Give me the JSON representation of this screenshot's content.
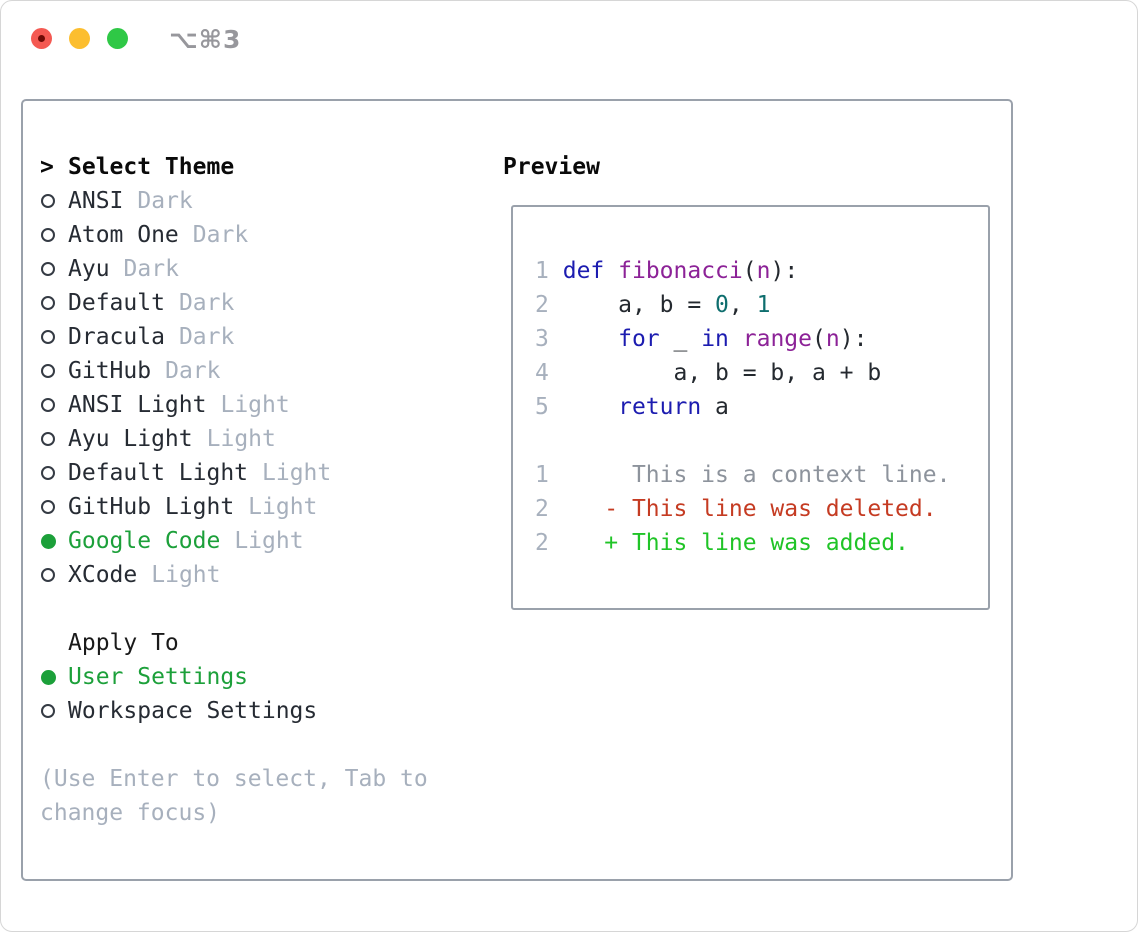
{
  "window": {
    "title": "⌥⌘3"
  },
  "theme_list": {
    "prompt": ">",
    "header": "Select Theme",
    "items": [
      {
        "name": "ANSI",
        "variant": "Dark",
        "selected": false
      },
      {
        "name": "Atom One",
        "variant": "Dark",
        "selected": false
      },
      {
        "name": "Ayu",
        "variant": "Dark",
        "selected": false
      },
      {
        "name": "Default",
        "variant": "Dark",
        "selected": false
      },
      {
        "name": "Dracula",
        "variant": "Dark",
        "selected": false
      },
      {
        "name": "GitHub",
        "variant": "Dark",
        "selected": false
      },
      {
        "name": "ANSI Light",
        "variant": "Light",
        "selected": false
      },
      {
        "name": "Ayu Light",
        "variant": "Light",
        "selected": false
      },
      {
        "name": "Default Light",
        "variant": "Light",
        "selected": false
      },
      {
        "name": "GitHub Light",
        "variant": "Light",
        "selected": false
      },
      {
        "name": "Google Code",
        "variant": "Light",
        "selected": true
      },
      {
        "name": "XCode",
        "variant": "Light",
        "selected": false
      }
    ]
  },
  "apply_to": {
    "header": "Apply To",
    "options": [
      {
        "label": "User Settings",
        "selected": true
      },
      {
        "label": "Workspace Settings",
        "selected": false
      }
    ]
  },
  "footer": {
    "line1": "(Use Enter to select, Tab to",
    "line2": "change focus)"
  },
  "preview": {
    "header": "Preview",
    "code_lines": [
      {
        "num": "1",
        "tokens": [
          {
            "t": " ",
            "c": "plain"
          },
          {
            "t": "def",
            "c": "keyword"
          },
          {
            "t": " ",
            "c": "plain"
          },
          {
            "t": "fibonacci",
            "c": "type"
          },
          {
            "t": "(",
            "c": "plain"
          },
          {
            "t": "n",
            "c": "type"
          },
          {
            "t": "):",
            "c": "plain"
          }
        ]
      },
      {
        "num": "2",
        "tokens": [
          {
            "t": "     a, b = ",
            "c": "plain"
          },
          {
            "t": "0",
            "c": "literal"
          },
          {
            "t": ", ",
            "c": "plain"
          },
          {
            "t": "1",
            "c": "literal"
          }
        ]
      },
      {
        "num": "3",
        "tokens": [
          {
            "t": "     ",
            "c": "plain"
          },
          {
            "t": "for",
            "c": "keyword"
          },
          {
            "t": " _ ",
            "c": "plain"
          },
          {
            "t": "in",
            "c": "keyword"
          },
          {
            "t": " ",
            "c": "plain"
          },
          {
            "t": "range",
            "c": "type"
          },
          {
            "t": "(",
            "c": "plain"
          },
          {
            "t": "n",
            "c": "type"
          },
          {
            "t": "):",
            "c": "plain"
          }
        ]
      },
      {
        "num": "4",
        "tokens": [
          {
            "t": "         a, b = b, a + b",
            "c": "plain"
          }
        ]
      },
      {
        "num": "5",
        "tokens": [
          {
            "t": "     ",
            "c": "plain"
          },
          {
            "t": "return",
            "c": "keyword"
          },
          {
            "t": " a",
            "c": "plain"
          }
        ]
      }
    ],
    "diff_lines": [
      {
        "num": "1",
        "rest": "      This is a context line.",
        "kind": "context"
      },
      {
        "num": "2",
        "rest": "    - This line was deleted.",
        "kind": "deleted"
      },
      {
        "num": "2",
        "rest": "    + This line was added.",
        "kind": "added"
      }
    ]
  },
  "colors": {
    "selection_green": "#1ca03a",
    "added_green": "#20c427",
    "deleted_red": "#c53b22",
    "context_gray": "#8d939c",
    "keyword_blue": "#1c1cb0",
    "type_purple": "#8c2297",
    "literal_teal": "#0e6e6e",
    "muted_gray": "#a7b0bd",
    "text_dark": "#262b33",
    "panel_border": "#9aa1ab",
    "traffic_red": "#f45952",
    "traffic_yellow": "#fcbe2f",
    "traffic_green": "#2fc846"
  }
}
